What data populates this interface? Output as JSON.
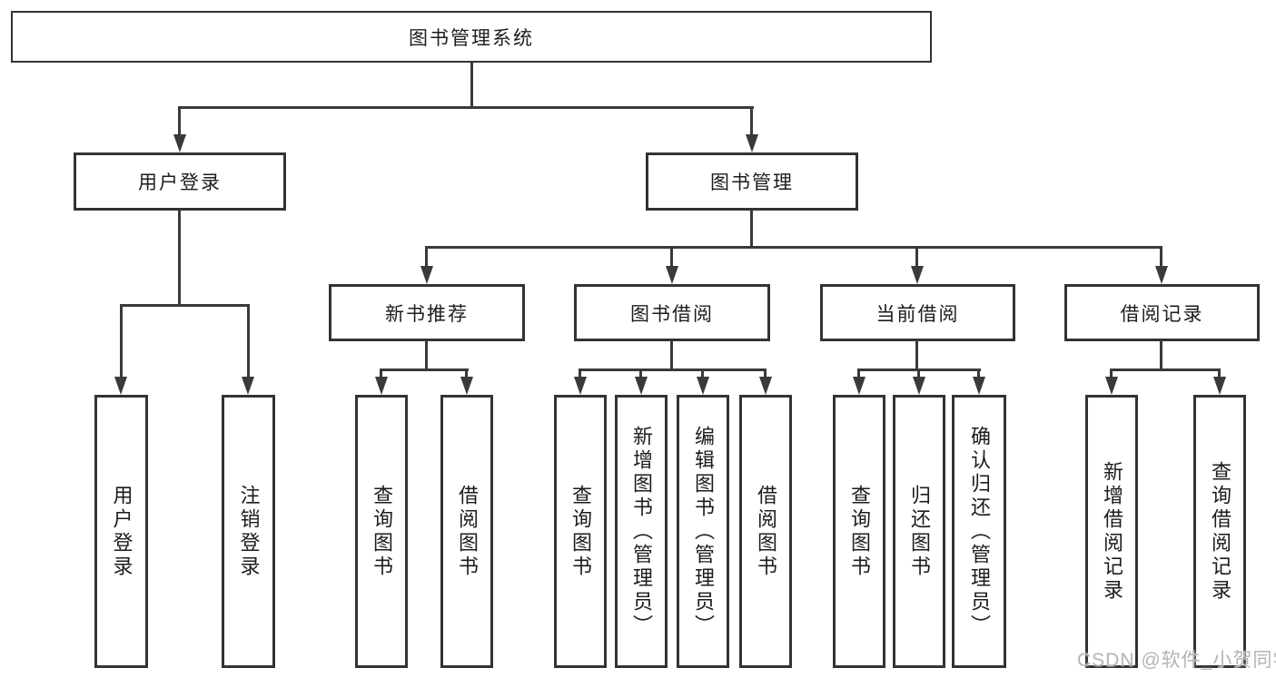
{
  "diagram_title": "图书管理系统",
  "tree": {
    "label": "图书管理系统",
    "children": [
      {
        "label": "用户登录",
        "children": [
          {
            "label": "用户登录"
          },
          {
            "label": "注销登录"
          }
        ]
      },
      {
        "label": "图书管理",
        "children": [
          {
            "label": "新书推荐",
            "children": [
              {
                "label": "查询图书"
              },
              {
                "label": "借阅图书"
              }
            ]
          },
          {
            "label": "图书借阅",
            "children": [
              {
                "label": "查询图书"
              },
              {
                "label": "新增图书（管理员）"
              },
              {
                "label": "编辑图书（管理员）"
              },
              {
                "label": "借阅图书"
              }
            ]
          },
          {
            "label": "当前借阅",
            "children": [
              {
                "label": "查询图书"
              },
              {
                "label": "归还图书"
              },
              {
                "label": "确认归还（管理员）"
              }
            ]
          },
          {
            "label": "借阅记录",
            "children": [
              {
                "label": "新增借阅记录"
              },
              {
                "label": "查询借阅记录"
              }
            ]
          }
        ]
      }
    ]
  },
  "watermark": "CSDN @软件_小贺同学",
  "colors": {
    "line": "#3a3a3a",
    "box_border": "#333333",
    "box_fill": "#ffffff",
    "text": "#1c1c1c",
    "watermark": "#b4b4b4",
    "background": "#ffffff"
  }
}
